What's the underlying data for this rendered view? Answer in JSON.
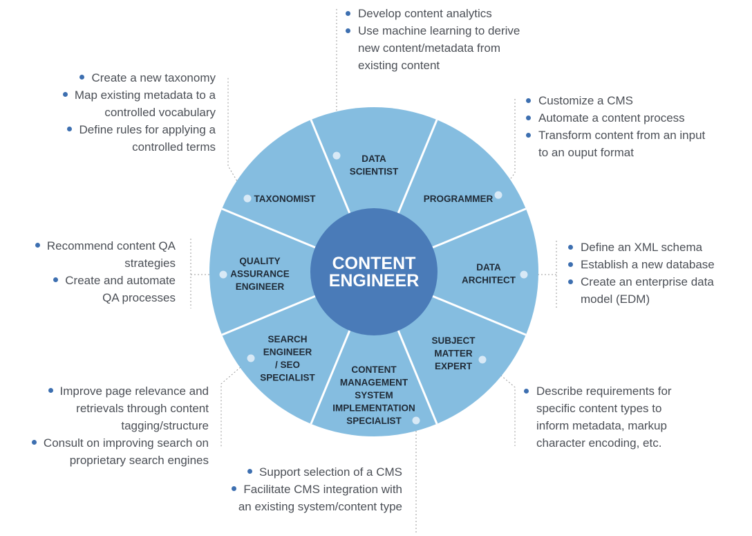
{
  "center": {
    "line1": "CONTENT",
    "line2": "ENGINEER"
  },
  "roles": [
    {
      "id": "data-scientist",
      "lines": [
        "DATA",
        "SCIENTIST"
      ],
      "tasks": [
        "Develop content analytics",
        "Use machine learning to derive new content/metadata from existing content"
      ]
    },
    {
      "id": "programmer",
      "lines": [
        "PROGRAMMER"
      ],
      "tasks": [
        "Customize a CMS",
        "Automate a content process",
        "Transform content from an input to an ouput format"
      ]
    },
    {
      "id": "data-architect",
      "lines": [
        "DATA",
        "ARCHITECT"
      ],
      "tasks": [
        "Define an XML schema",
        "Establish a new database",
        "Create an enterprise data model (EDM)"
      ]
    },
    {
      "id": "subject-matter-expert",
      "lines": [
        "SUBJECT",
        "MATTER",
        "EXPERT"
      ],
      "tasks": [
        "Describe requirements for specific content types to inform metadata, markup character encoding, etc."
      ]
    },
    {
      "id": "cms-implementation-specialist",
      "lines": [
        "CONTENT",
        "MANAGEMENT",
        "SYSTEM",
        "IMPLEMENTATION",
        "SPECIALIST"
      ],
      "tasks": [
        "Support selection of a CMS",
        "Facilitate CMS integration with an existing system/content type"
      ]
    },
    {
      "id": "search-engineer",
      "lines": [
        "SEARCH",
        "ENGINEER",
        "/ SEO",
        "SPECIALIST"
      ],
      "tasks": [
        "Improve page relevance and retrievals through content tagging/structure",
        "Consult on improving search on proprietary search engines"
      ]
    },
    {
      "id": "qa-engineer",
      "lines": [
        "QUALITY",
        "ASSURANCE",
        "ENGINEER"
      ],
      "tasks": [
        "Recommend content QA strategies",
        "Create and automate QA processes"
      ]
    },
    {
      "id": "taxonomist",
      "lines": [
        "TAXONOMIST"
      ],
      "tasks": [
        "Create a new taxonomy",
        "Map existing metadata to a controlled vocabulary",
        "Define rules for applying a controlled terms"
      ]
    }
  ],
  "colors": {
    "segment": "#85bde0",
    "center": "#4a7bb8",
    "divider": "#ffffff",
    "bullet": "#3d6fb0",
    "text": "#4b4f56",
    "connector": "#9a9a9a"
  }
}
